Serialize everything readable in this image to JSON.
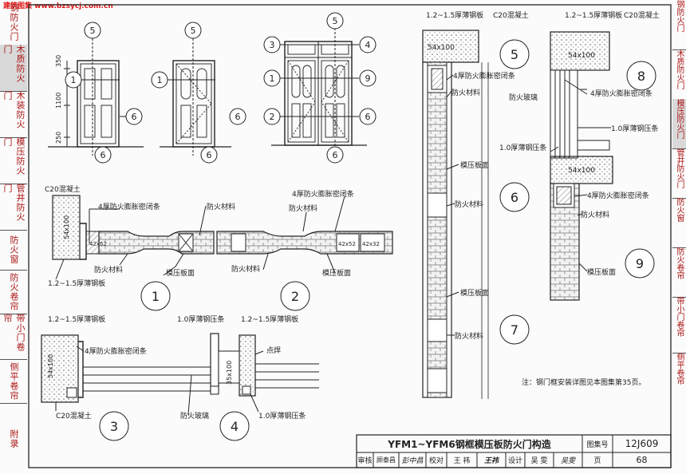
{
  "watermark": "建筑图集 www.bzsycj.com.cn",
  "left_tabs": [
    {
      "label": "钢防火门",
      "active": false
    },
    {
      "label": "木质防火门",
      "active": true
    },
    {
      "label": "木装防火门",
      "active": false
    },
    {
      "label": "模压防火门",
      "active": false
    },
    {
      "label": "管井防火门",
      "active": false
    },
    {
      "label": "防火窗",
      "active": false
    },
    {
      "label": "防火卷帘",
      "active": false
    },
    {
      "label": "带小门卷帘",
      "active": false
    },
    {
      "label": "侧平卷帘",
      "active": false
    },
    {
      "label": "附录",
      "active": false
    }
  ],
  "right_tabs": [
    "钢防火门",
    "木质防火门",
    "模压防火门",
    "管井防火门",
    "防火窗",
    "防火卷帘",
    "带小门卷帘",
    "侧平卷帘"
  ],
  "elevations": {
    "markers_a": [
      "5",
      "1",
      "6",
      "6"
    ],
    "markers_b": [
      "5",
      "1",
      "6",
      "6"
    ],
    "markers_c": [
      "5",
      "3",
      "4",
      "1",
      "2",
      "9",
      "6",
      "6"
    ],
    "dims": [
      "350",
      "1100",
      "250"
    ]
  },
  "labels": {
    "c20": "C20混凝土",
    "c20_alt": "C20混凝土",
    "steel_12_15": "1.2~1.5厚薄钢板",
    "seal_4": "4厚防火膨胀密闭条",
    "fire_material": "防火材料",
    "molded_panel": "模压板面",
    "molded_panel_v": "模压板面",
    "fire_glass": "防火玻璃",
    "steel_strip_10": "1.0厚薄钢压条",
    "spot_weld": "点焊",
    "size_54x100": "54x100",
    "size_35x100": "35x100",
    "size_42x52": "42x52",
    "size_42x32": "42x32"
  },
  "detail_numbers": [
    "1",
    "2",
    "3",
    "4",
    "5",
    "6",
    "7",
    "8",
    "9"
  ],
  "note": "注：钢门框安装详图见本图集第35页。",
  "title_block": {
    "title": "YFM1~YFM6钢框模压板防火门构造",
    "atlas_label": "图集号",
    "atlas_no": "12J609",
    "review": "审核",
    "reviewer": "顾泰昌",
    "reviewer_sign": "彭中昌",
    "check": "校对",
    "checker": "王 祎",
    "checker_sign": "王祎",
    "design": "设计",
    "designer": "吴 雯",
    "designer_sign": "吴雯",
    "page_label": "页",
    "page_no": "68"
  }
}
